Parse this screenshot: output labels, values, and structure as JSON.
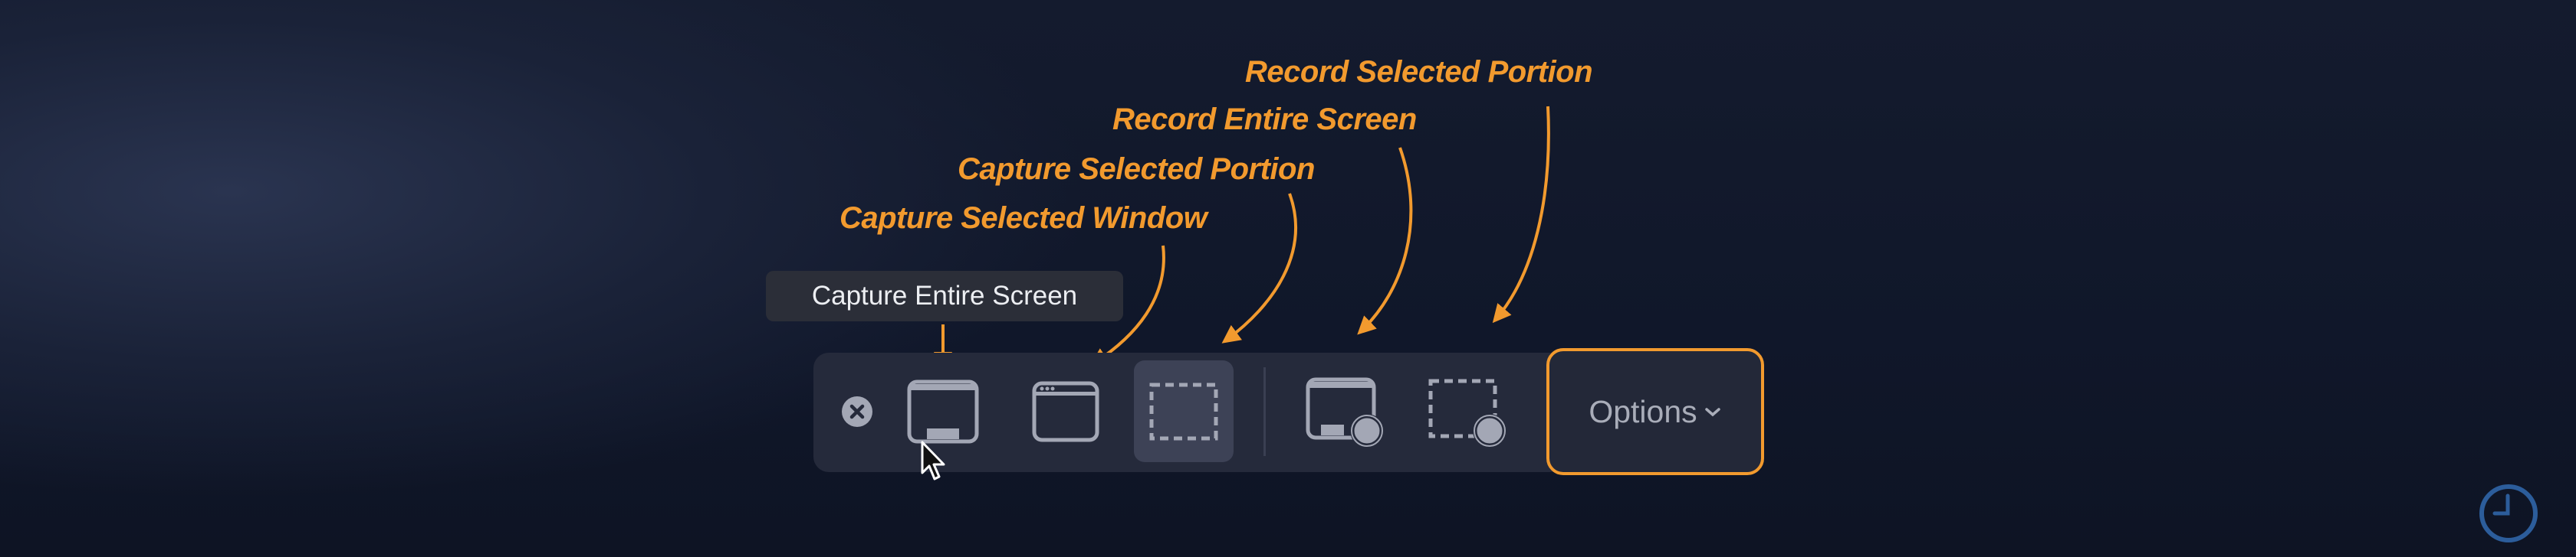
{
  "annotations": {
    "record_selected_portion": "Record Selected Portion",
    "record_entire_screen": "Record Entire Screen",
    "capture_selected_portion": "Capture Selected Portion",
    "capture_selected_window": "Capture Selected Window"
  },
  "tooltip": {
    "text": "Capture Entire Screen"
  },
  "toolbar": {
    "buttons": [
      {
        "name": "close",
        "icon": "close-icon"
      },
      {
        "name": "capture-entire-screen",
        "icon": "screen-icon"
      },
      {
        "name": "capture-selected-window",
        "icon": "window-icon"
      },
      {
        "name": "capture-selected-portion",
        "icon": "dashed-rect-icon",
        "selected": true
      },
      {
        "name": "record-entire-screen",
        "icon": "screen-record-icon"
      },
      {
        "name": "record-selected-portion",
        "icon": "dashed-record-icon"
      }
    ],
    "options_label": "Options"
  },
  "colors": {
    "accent": "#f29a2e",
    "icon": "#a3a7b5",
    "clock": "#2c5d9b"
  }
}
